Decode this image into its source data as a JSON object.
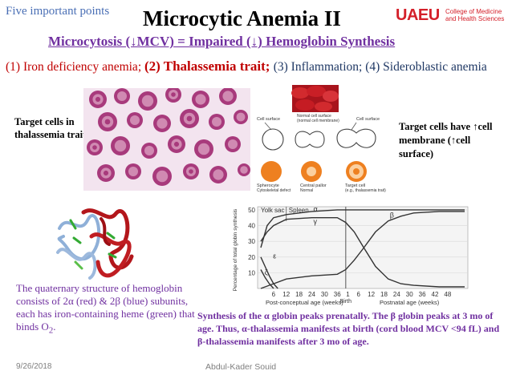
{
  "corner_label": "Five important points",
  "title": "Microcytic Anemia II",
  "subtitle": "Microcytosis (↓MCV) = Impaired (↓) Hemoglobin Synthesis",
  "causes": {
    "item1": "(1) Iron deficiency anemia; ",
    "item2": "(2) Thalassemia trait; ",
    "item3": "(3) Inflammation; (4) Sideroblastic anemia"
  },
  "logo": {
    "mark": "UAEU",
    "line1": "College of Medicine",
    "line2": "and Health Sciences"
  },
  "target_cells_left": "Target cells in thalassemia trait",
  "target_cells_right": "Target cells have ↑cell membrane (↑cell surface)",
  "cell_diagram": {
    "cell_surface_1": "Cell surface",
    "normal_surface": "Normal cell surface",
    "normal_membrane": "(normal cell membrane)",
    "cell_surface_2": "Cell surface",
    "spherocyte": "Spherocyte",
    "spherocyte_note": "Cytoskeletal defect",
    "central_pallor": "Central pallor",
    "normal": "Normal",
    "target_cell": "Target cell",
    "target_note": "(e.g., thalassemia trait)"
  },
  "quaternary_text": "The quaternary structure of hemoglobin consists of 2α (red) & 2β (blue) subunits, each has iron-containing heme (green) that binds O",
  "quaternary_sub": "2",
  "quaternary_end": ".",
  "synthesis_text": "Synthesis of the α globin peaks prenatally.  The β globin peaks at 3 mo of age.  Thus, α-thalassemia manifests at birth (cord blood MCV <94 fL) and β-thalassemia manifests after 3 mo of age.",
  "footer": {
    "date": "9/26/2018",
    "author": "Abdul-Kader Souid"
  },
  "chart_data": {
    "type": "line",
    "ylabel": "Percentage of total globin synthesis",
    "xlabel_left": "Post-conceptual age (weeks)",
    "xlabel_center": "Birth",
    "xlabel_right": "Postnatal age (weeks)",
    "region_labels": [
      "Yolk sac",
      "Spleen"
    ],
    "y_ticks": [
      10,
      20,
      30,
      40,
      50
    ],
    "ylim": [
      0,
      52
    ],
    "x_ticks_prenatal": [
      6,
      12,
      18,
      24,
      30,
      36
    ],
    "x_ticks_postnatal": [
      1,
      6,
      12,
      18,
      24,
      30,
      36,
      42,
      48
    ],
    "series": [
      {
        "name": "α",
        "color": "#333333",
        "x": [
          0,
          3,
          6,
          12,
          24,
          36,
          42,
          48,
          54,
          60,
          72,
          84,
          96
        ],
        "y": [
          26,
          40,
          45,
          47,
          49,
          50,
          50,
          50,
          50,
          50,
          50,
          50,
          50
        ]
      },
      {
        "name": "γ",
        "color": "#333333",
        "x": [
          0,
          3,
          6,
          12,
          24,
          36,
          40,
          44,
          48,
          54,
          60,
          66,
          72,
          84,
          96
        ],
        "y": [
          30,
          36,
          40,
          44,
          45,
          45,
          42,
          36,
          27,
          14,
          6,
          3,
          2,
          1,
          1
        ]
      },
      {
        "name": "β",
        "color": "#333333",
        "x": [
          0,
          6,
          12,
          24,
          36,
          40,
          44,
          48,
          54,
          60,
          66,
          72,
          84,
          96
        ],
        "y": [
          0,
          3,
          6,
          8,
          9,
          12,
          18,
          25,
          36,
          43,
          46,
          48,
          49,
          49
        ]
      },
      {
        "name": "ε",
        "color": "#333333",
        "x": [
          0,
          2,
          4,
          6,
          8
        ],
        "y": [
          20,
          14,
          8,
          3,
          0
        ]
      },
      {
        "name": "ζ",
        "color": "#333333",
        "x": [
          0,
          2,
          4,
          6
        ],
        "y": [
          12,
          7,
          3,
          0
        ]
      }
    ]
  }
}
